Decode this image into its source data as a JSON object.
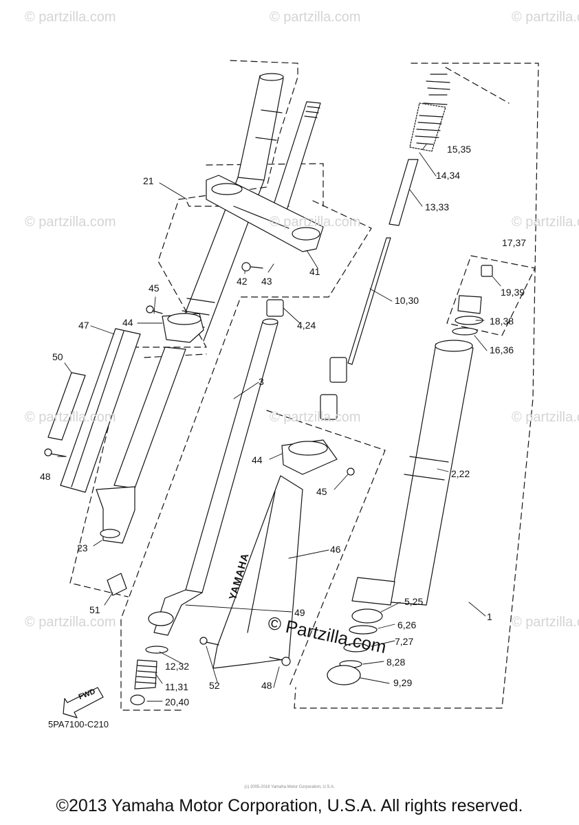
{
  "watermarks": {
    "text": "© partzilla.com"
  },
  "center_watermark": "© Partzilla.com",
  "drawing_code": "5PA7100-C210",
  "fwd_label": "FWD",
  "footer_copyright": "©2013 Yamaha Motor Corporation, U.S.A. All rights reserved.",
  "tiny_copyright": "(c) 2005-2016 Yamaha Motor Corporation, U.S.A.",
  "callouts": {
    "c21": "21",
    "c45a": "45",
    "c44a": "44",
    "c47": "47",
    "c50": "50",
    "c48a": "48",
    "c23": "23",
    "c51": "51",
    "c42": "42",
    "c43": "43",
    "c41": "41",
    "c4_24": "4,24",
    "c3": "3",
    "c44b": "44",
    "c45b": "45",
    "c46": "46",
    "c49": "49",
    "c12_32": "12,32",
    "c11_31": "11,31",
    "c20_40": "20,40",
    "c52": "52",
    "c48b": "48",
    "c15_35": "15,35",
    "c14_34": "14,34",
    "c13_33": "13,33",
    "c10_30": "10,30",
    "c17_37": "17,37",
    "c19_39": "19,39",
    "c18_38": "18,38",
    "c16_36": "16,36",
    "c2_22": "2,22",
    "c5_25": "5,25",
    "c6_26": "6,26",
    "c7_27": "7,27",
    "c8_28": "8,28",
    "c9_29": "9,29",
    "c1": "1"
  },
  "guard_logo_text": "YAMAHA",
  "colors": {
    "line": "#111111",
    "watermark": "#d4d4d4",
    "background": "#ffffff"
  }
}
